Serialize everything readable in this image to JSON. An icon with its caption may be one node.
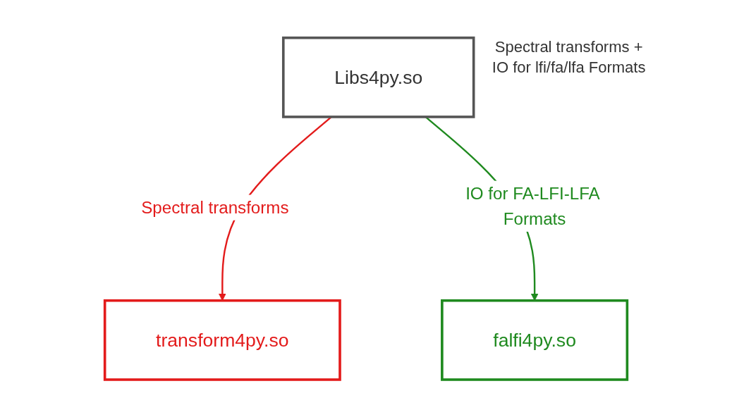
{
  "diagram": {
    "nodes": [
      {
        "text": [
          "Libs4py.so"
        ],
        "beside": [
          "Spectral transforms + IO for lfi/fa/lfa Formats"
        ]
      },
      {
        "text": [
          "transform4py.so"
        ]
      },
      {
        "text": [
          "falfi4py.so"
        ]
      }
    ],
    "edges": [
      {
        "from": 0,
        "to": 1,
        "arrow": "to",
        "label": "Spectral transforms",
        "color": "#e31b1b"
      },
      {
        "from": 0,
        "to": 2,
        "arrow": "to",
        "label": "IO for FA-LFI-LFA Formats",
        "color": "#1f8a1f"
      }
    ]
  }
}
